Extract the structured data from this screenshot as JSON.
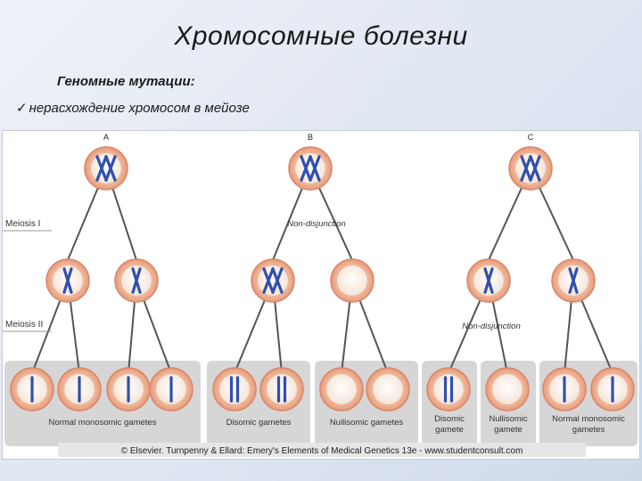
{
  "title": "Хромосомные болезни",
  "subtitle": "Геномные мутации:",
  "bullet": {
    "mark": "✓",
    "text": "нерасхождение хромосом в мейозе"
  },
  "figure": {
    "panels": [
      "A",
      "B",
      "C"
    ],
    "stage_labels": {
      "meiosis1": "Meiosis I",
      "meiosis2": "Meiosis II"
    },
    "non_disjunction": "Non-disjunction",
    "gamete_labels": {
      "a": "Normal monosomic gametes",
      "b_disomic": "Disomic gametes",
      "b_nullisomic": "Nullisomic gametes",
      "c_disomic": [
        "Disomic",
        "gamete"
      ],
      "c_nullisomic": [
        "Nullisomic",
        "gamete"
      ],
      "c_normal": [
        "Normal monosomic",
        "gametes"
      ]
    },
    "credit": "© Elsevier. Turnpenny & Ellard: Emery's Elements of Medical Genetics 13e - www.studentconsult.com"
  },
  "colors": {
    "cell_fill": "#f4c3a6",
    "cell_border": "#d8876a",
    "nucleus": "#fbf2ea",
    "chromosome": "#2f4fb0",
    "line": "#555555",
    "gamete_box": "#d6d6d6",
    "credit_bar": "#e6e6e6"
  }
}
